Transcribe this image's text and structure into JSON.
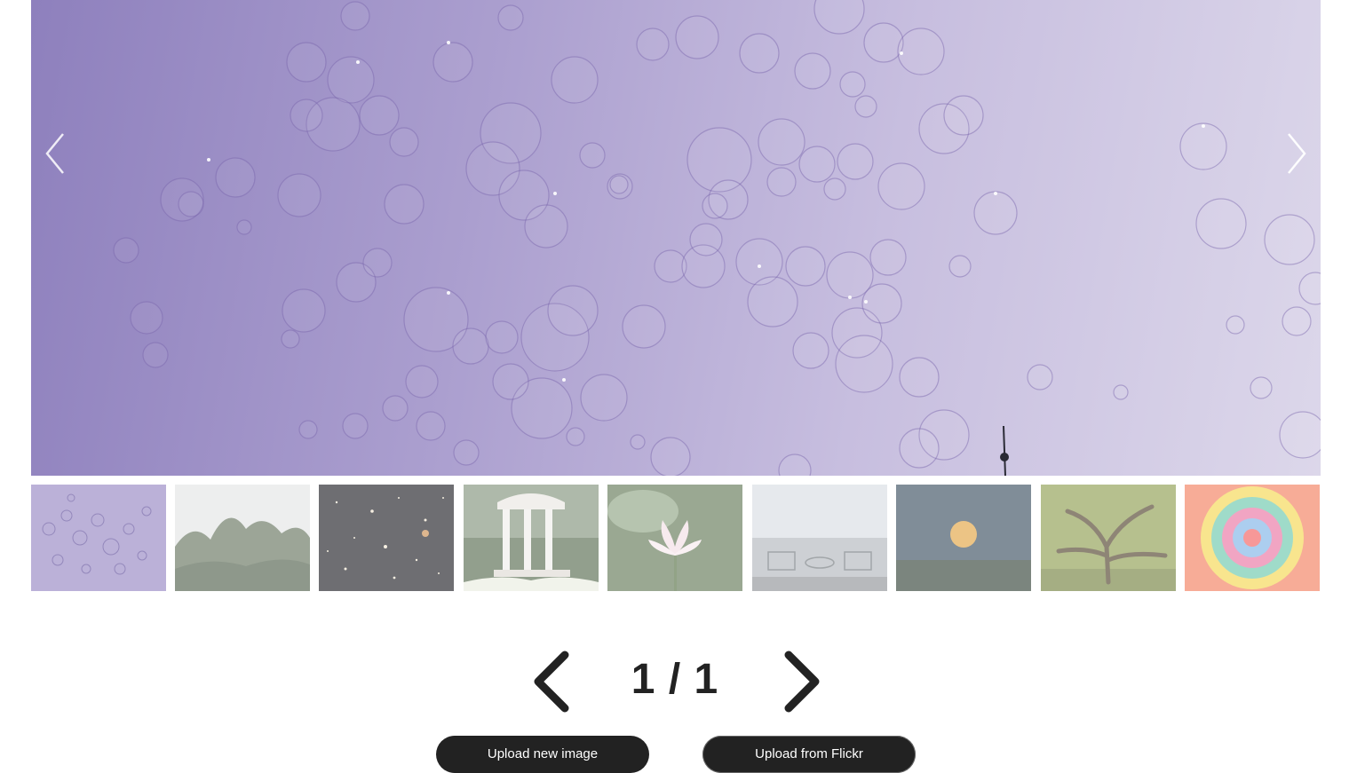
{
  "gallery": {
    "pagination": {
      "current": "1",
      "separator": "/",
      "total": "1",
      "display": "1 / 1"
    },
    "thumbnails": [
      {
        "name": "bubbles",
        "selected": true
      },
      {
        "name": "misty-forest",
        "selected": false
      },
      {
        "name": "starfield",
        "selected": false
      },
      {
        "name": "garden-gazebo",
        "selected": false
      },
      {
        "name": "lotus-flower",
        "selected": false
      },
      {
        "name": "foggy-garden",
        "selected": false
      },
      {
        "name": "moon",
        "selected": false
      },
      {
        "name": "oak-tree",
        "selected": false
      },
      {
        "name": "tie-dye",
        "selected": false
      }
    ]
  },
  "actions": {
    "upload_label": "Upload new image",
    "flickr_label": "Upload from Flickr"
  },
  "colors": {
    "button_bg": "#222222",
    "button_text": "#ffffff",
    "pager_text": "#222222",
    "hero_tint": "#a99dce"
  }
}
